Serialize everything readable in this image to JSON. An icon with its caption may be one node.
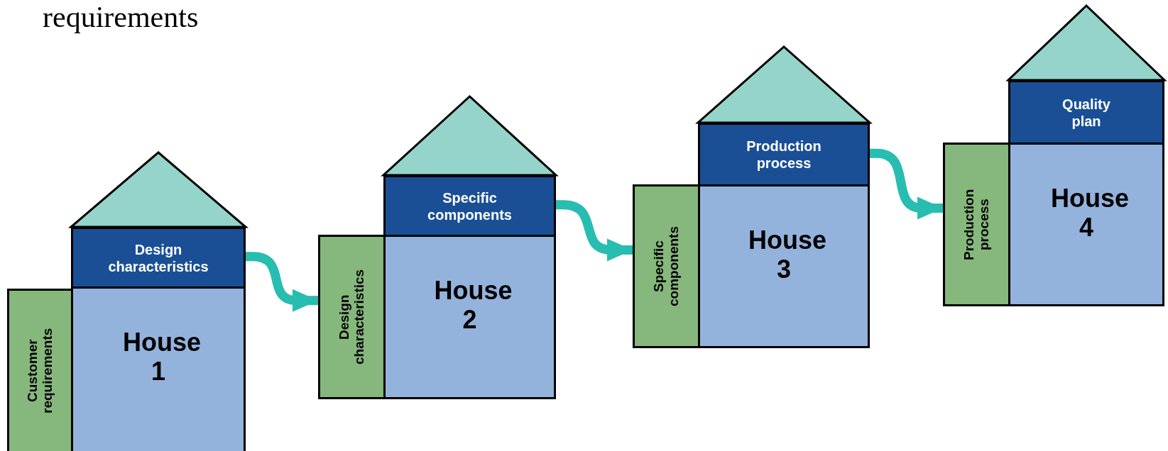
{
  "diagram": {
    "nodes": [
      {
        "text": [
          "Customer requirements"
        ]
      },
      {
        "text": [
          "Design characteristics"
        ]
      },
      {
        "text": [
          "House 1"
        ]
      },
      {
        "text": [
          "Design characteristics"
        ]
      },
      {
        "text": [
          "Specific components"
        ]
      },
      {
        "text": [
          "House 2"
        ]
      },
      {
        "text": [
          "Specific components"
        ]
      },
      {
        "text": [
          "Production process"
        ]
      },
      {
        "text": [
          "House 3"
        ]
      },
      {
        "text": [
          "Production process"
        ]
      },
      {
        "text": [
          "Quality plan"
        ]
      },
      {
        "text": [
          "House 4"
        ]
      },
      {
        "text": [],
        "shape": "triangle"
      },
      {
        "text": [],
        "shape": "triangle"
      },
      {
        "text": [],
        "shape": "triangle"
      },
      {
        "text": [],
        "shape": "triangle"
      }
    ],
    "edges": [
      {
        "from": 1,
        "to": 3,
        "arrow": "to"
      },
      {
        "from": 4,
        "to": 6,
        "arrow": "to"
      },
      {
        "from": 7,
        "to": 9,
        "arrow": "to"
      }
    ],
    "labels": [
      "requirements"
    ]
  }
}
